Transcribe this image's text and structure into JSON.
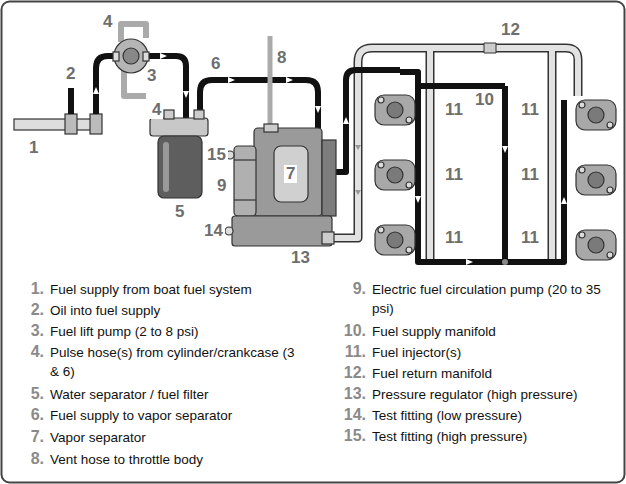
{
  "diagram": {
    "labels": [
      "1",
      "2",
      "3",
      "4",
      "4",
      "5",
      "6",
      "7",
      "8",
      "9",
      "10",
      "11",
      "11",
      "11",
      "11",
      "11",
      "11",
      "12",
      "13",
      "14",
      "15",
      "1.",
      "Fuel supply from boat fuel system",
      "2.",
      "Oil into fuel supply",
      "3.",
      "Fuel lift pump (2 to 8 psi)",
      "4.",
      "Pulse hose(s) from cylinder/crankcase (3 & 6)",
      "5.",
      "Water separator / fuel filter",
      "6.",
      "Fuel supply to vapor separator",
      "7.",
      "Vapor separator",
      "8.",
      "Vent hose to throttle body",
      "9.",
      "Electric fuel circulation pump (20 to 35 psi)",
      "10.",
      "Fuel supply manifold",
      "11.",
      "Fuel injector(s)",
      "12.",
      "Fuel return manifold",
      "13.",
      "Pressure regulator (high pressure)",
      "14.",
      "Test fitting (low pressure)",
      "15.",
      "Test fitting (high pressure)"
    ]
  }
}
